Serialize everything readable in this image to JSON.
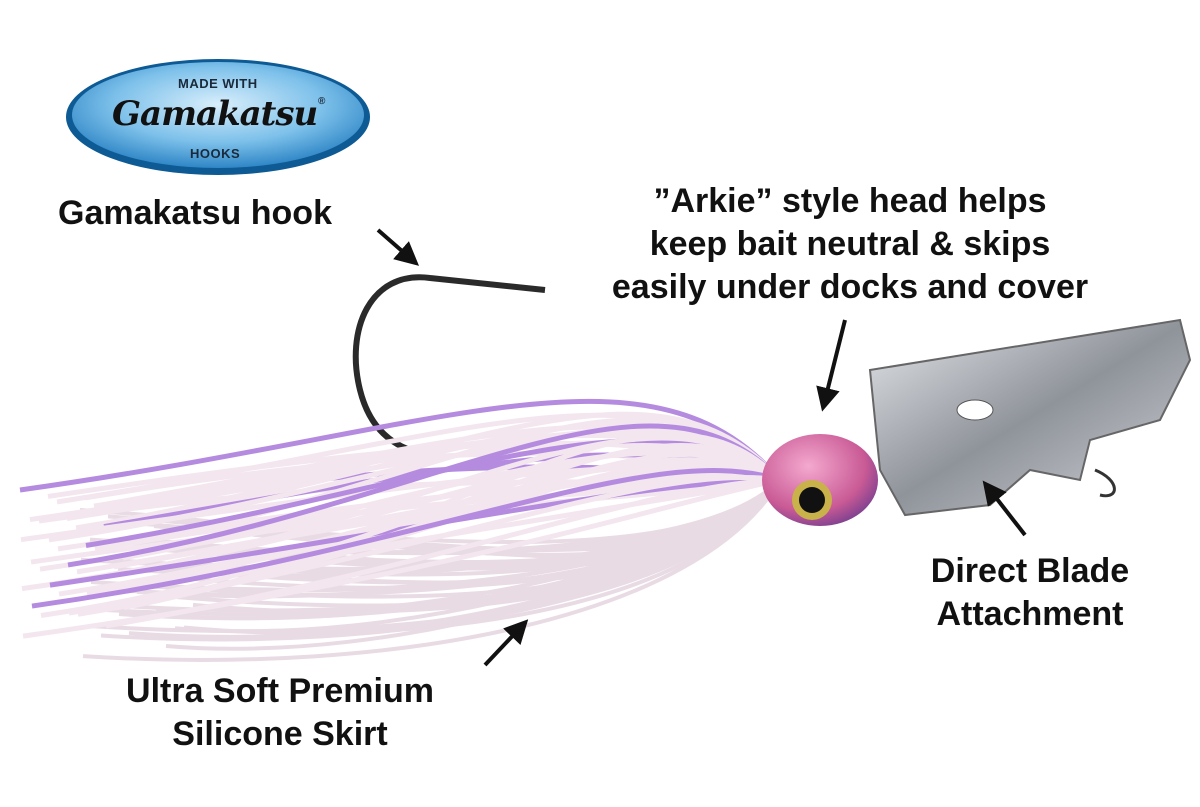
{
  "logo": {
    "top": "MADE WITH",
    "brand": "Gamakatsu",
    "registered": "®",
    "bottom": "HOOKS"
  },
  "callouts": {
    "hook": "Gamakatsu hook",
    "head": [
      "”Arkie” style head helps",
      "keep bait neutral & skips",
      "easily under docks and cover"
    ],
    "blade": [
      "Direct Blade",
      "Attachment"
    ],
    "skirt": [
      "Ultra Soft Premium",
      "Silicone Skirt"
    ]
  },
  "colors": {
    "skirt": "#f3e6ee",
    "skirt_accent": "#b58be0",
    "head": "#d96fa6",
    "blade": "#b9bcc2",
    "logo": "#5aaee0"
  }
}
